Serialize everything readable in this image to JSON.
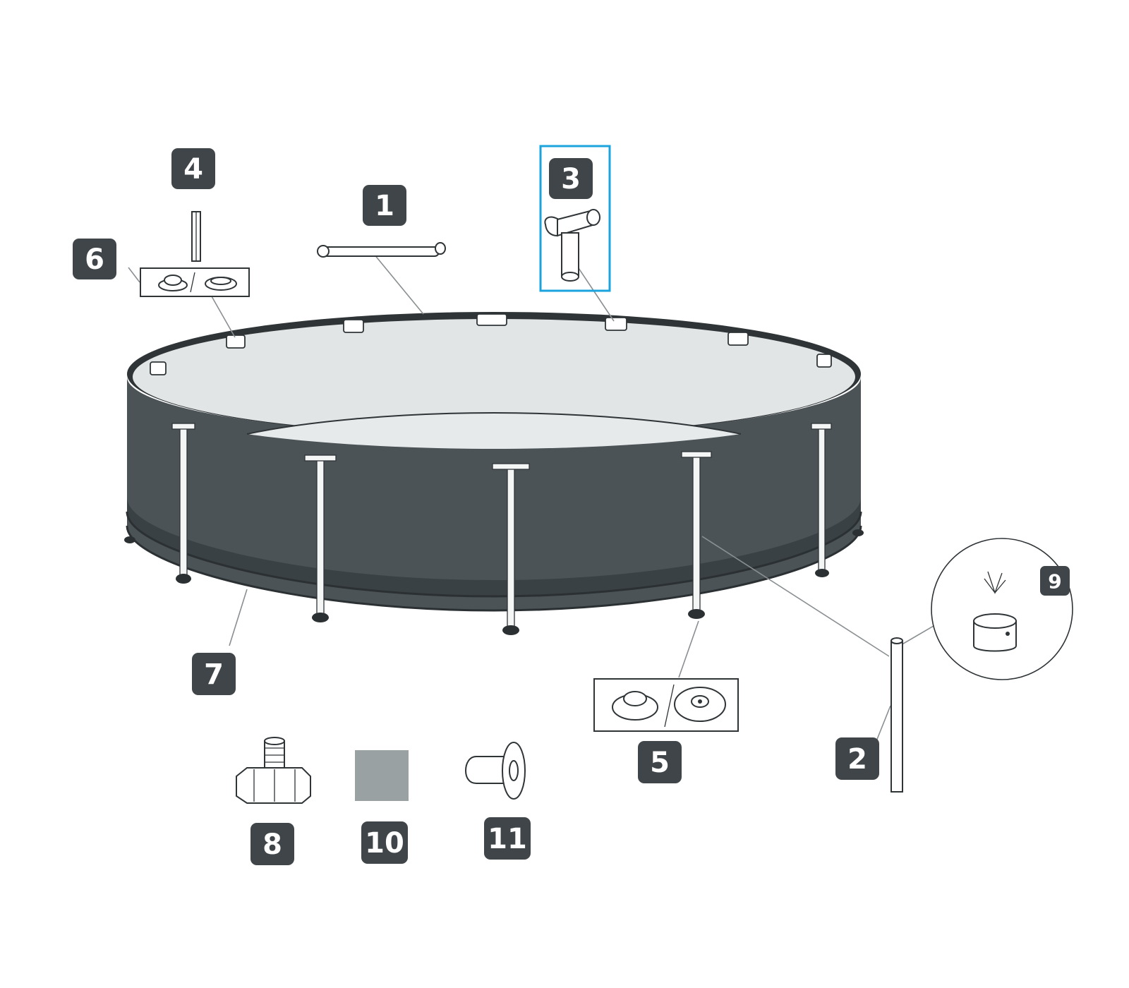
{
  "diagram": {
    "part_labels": [
      {
        "id": "1",
        "text": "1"
      },
      {
        "id": "2",
        "text": "2"
      },
      {
        "id": "3",
        "text": "3"
      },
      {
        "id": "4",
        "text": "4"
      },
      {
        "id": "5",
        "text": "5"
      },
      {
        "id": "6",
        "text": "6"
      },
      {
        "id": "7",
        "text": "7"
      },
      {
        "id": "8",
        "text": "8"
      },
      {
        "id": "9",
        "text": "9"
      },
      {
        "id": "10",
        "text": "10"
      },
      {
        "id": "11",
        "text": "11"
      }
    ],
    "highlighted_part": "3",
    "colors": {
      "highlight": "#1aa3dc",
      "label_box": "#3f4548",
      "pool_wall": "#4b5357",
      "liner_patch": "#9aa1a3"
    }
  }
}
